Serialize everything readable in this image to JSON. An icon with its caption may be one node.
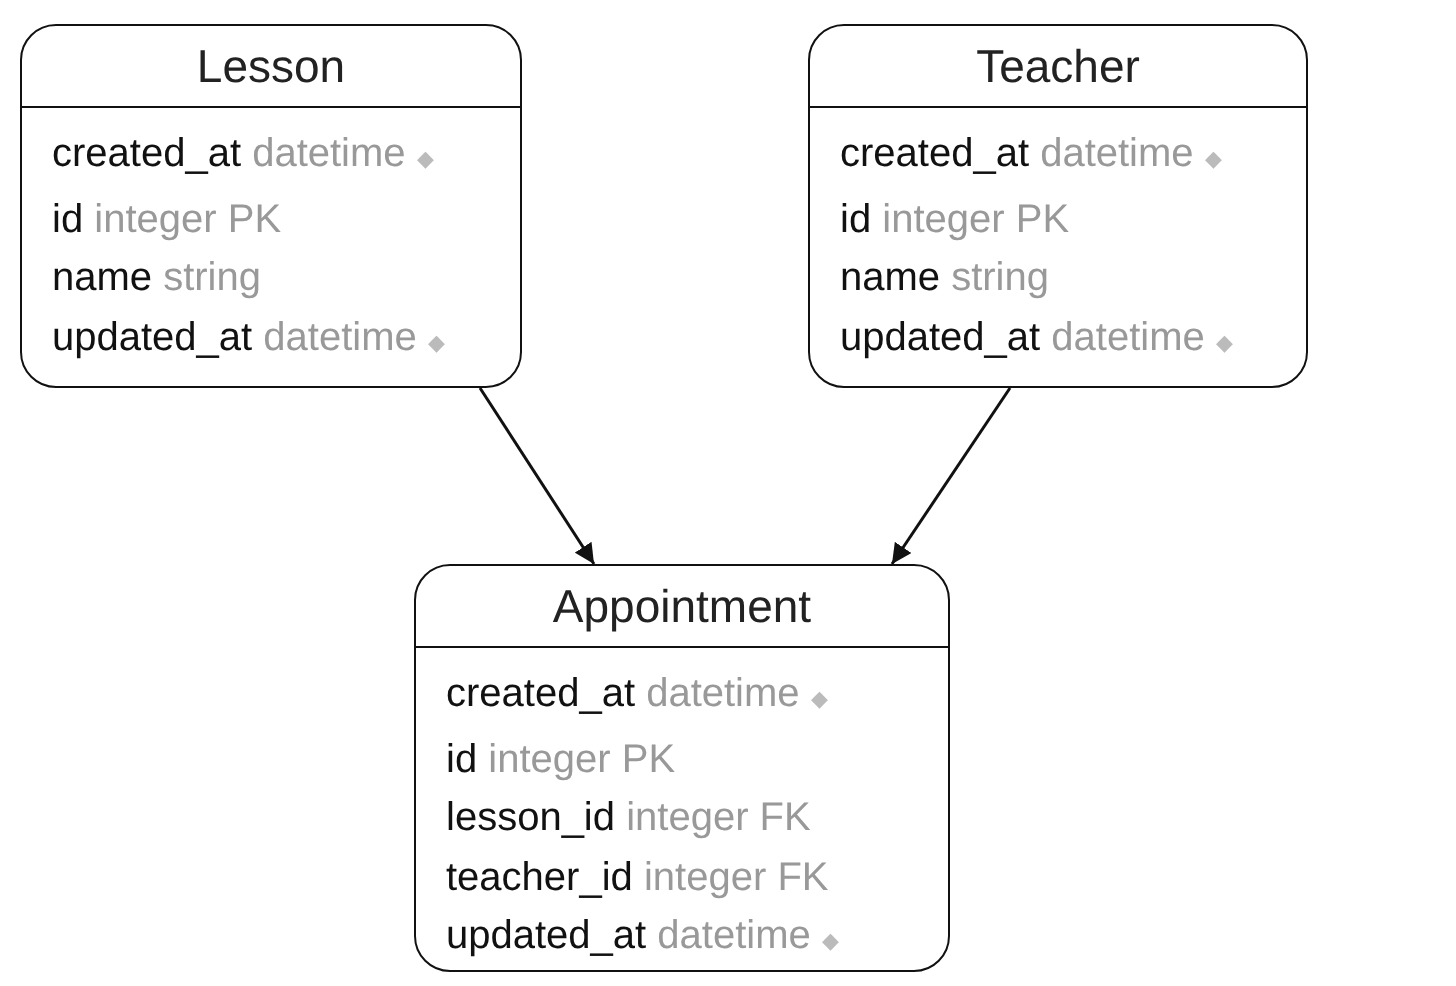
{
  "diagram": {
    "nodes": [
      {
        "text": [
          "Lesson",
          "created_at datetime ◆",
          "id integer PK",
          "name string",
          "updated_at datetime ◆"
        ]
      },
      {
        "text": [
          "Teacher",
          "created_at datetime ◆",
          "id integer PK",
          "name string",
          "updated_at datetime ◆"
        ]
      },
      {
        "text": [
          "Appointment",
          "created_at datetime ◆",
          "id integer PK",
          "lesson_id integer FK",
          "teacher_id integer FK",
          "updated_at datetime ◆"
        ]
      }
    ],
    "edges": [
      {
        "from": 0,
        "to": 2,
        "arrow": "to"
      },
      {
        "from": 1,
        "to": 2,
        "arrow": "to"
      }
    ]
  }
}
